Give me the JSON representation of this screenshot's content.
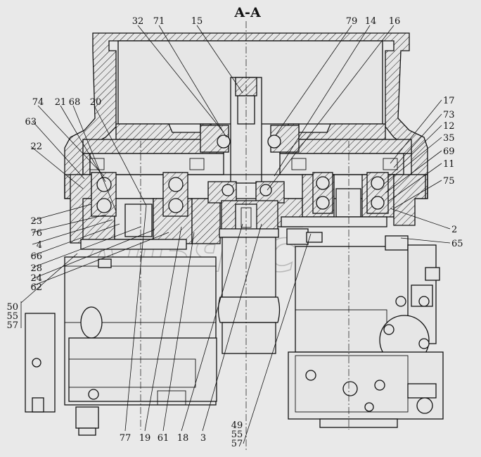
{
  "section_title": "A-A",
  "watermark": "АЛЬЯНС",
  "callouts_top": [
    "32",
    "71",
    "15",
    "79",
    "14",
    "16"
  ],
  "callouts_left": [
    "74",
    "21",
    "68",
    "20",
    "63",
    "22",
    "23",
    "76",
    "4",
    "66",
    "28",
    "24",
    "62"
  ],
  "callout_stack_left": [
    "50",
    "55",
    "57"
  ],
  "callouts_right": [
    "17",
    "73",
    "12",
    "35",
    "69",
    "11",
    "75",
    "2",
    "65"
  ],
  "callouts_bottom": [
    "77",
    "19",
    "61",
    "18",
    "3"
  ],
  "callout_stack_bottom": [
    "49",
    "55",
    "57"
  ]
}
